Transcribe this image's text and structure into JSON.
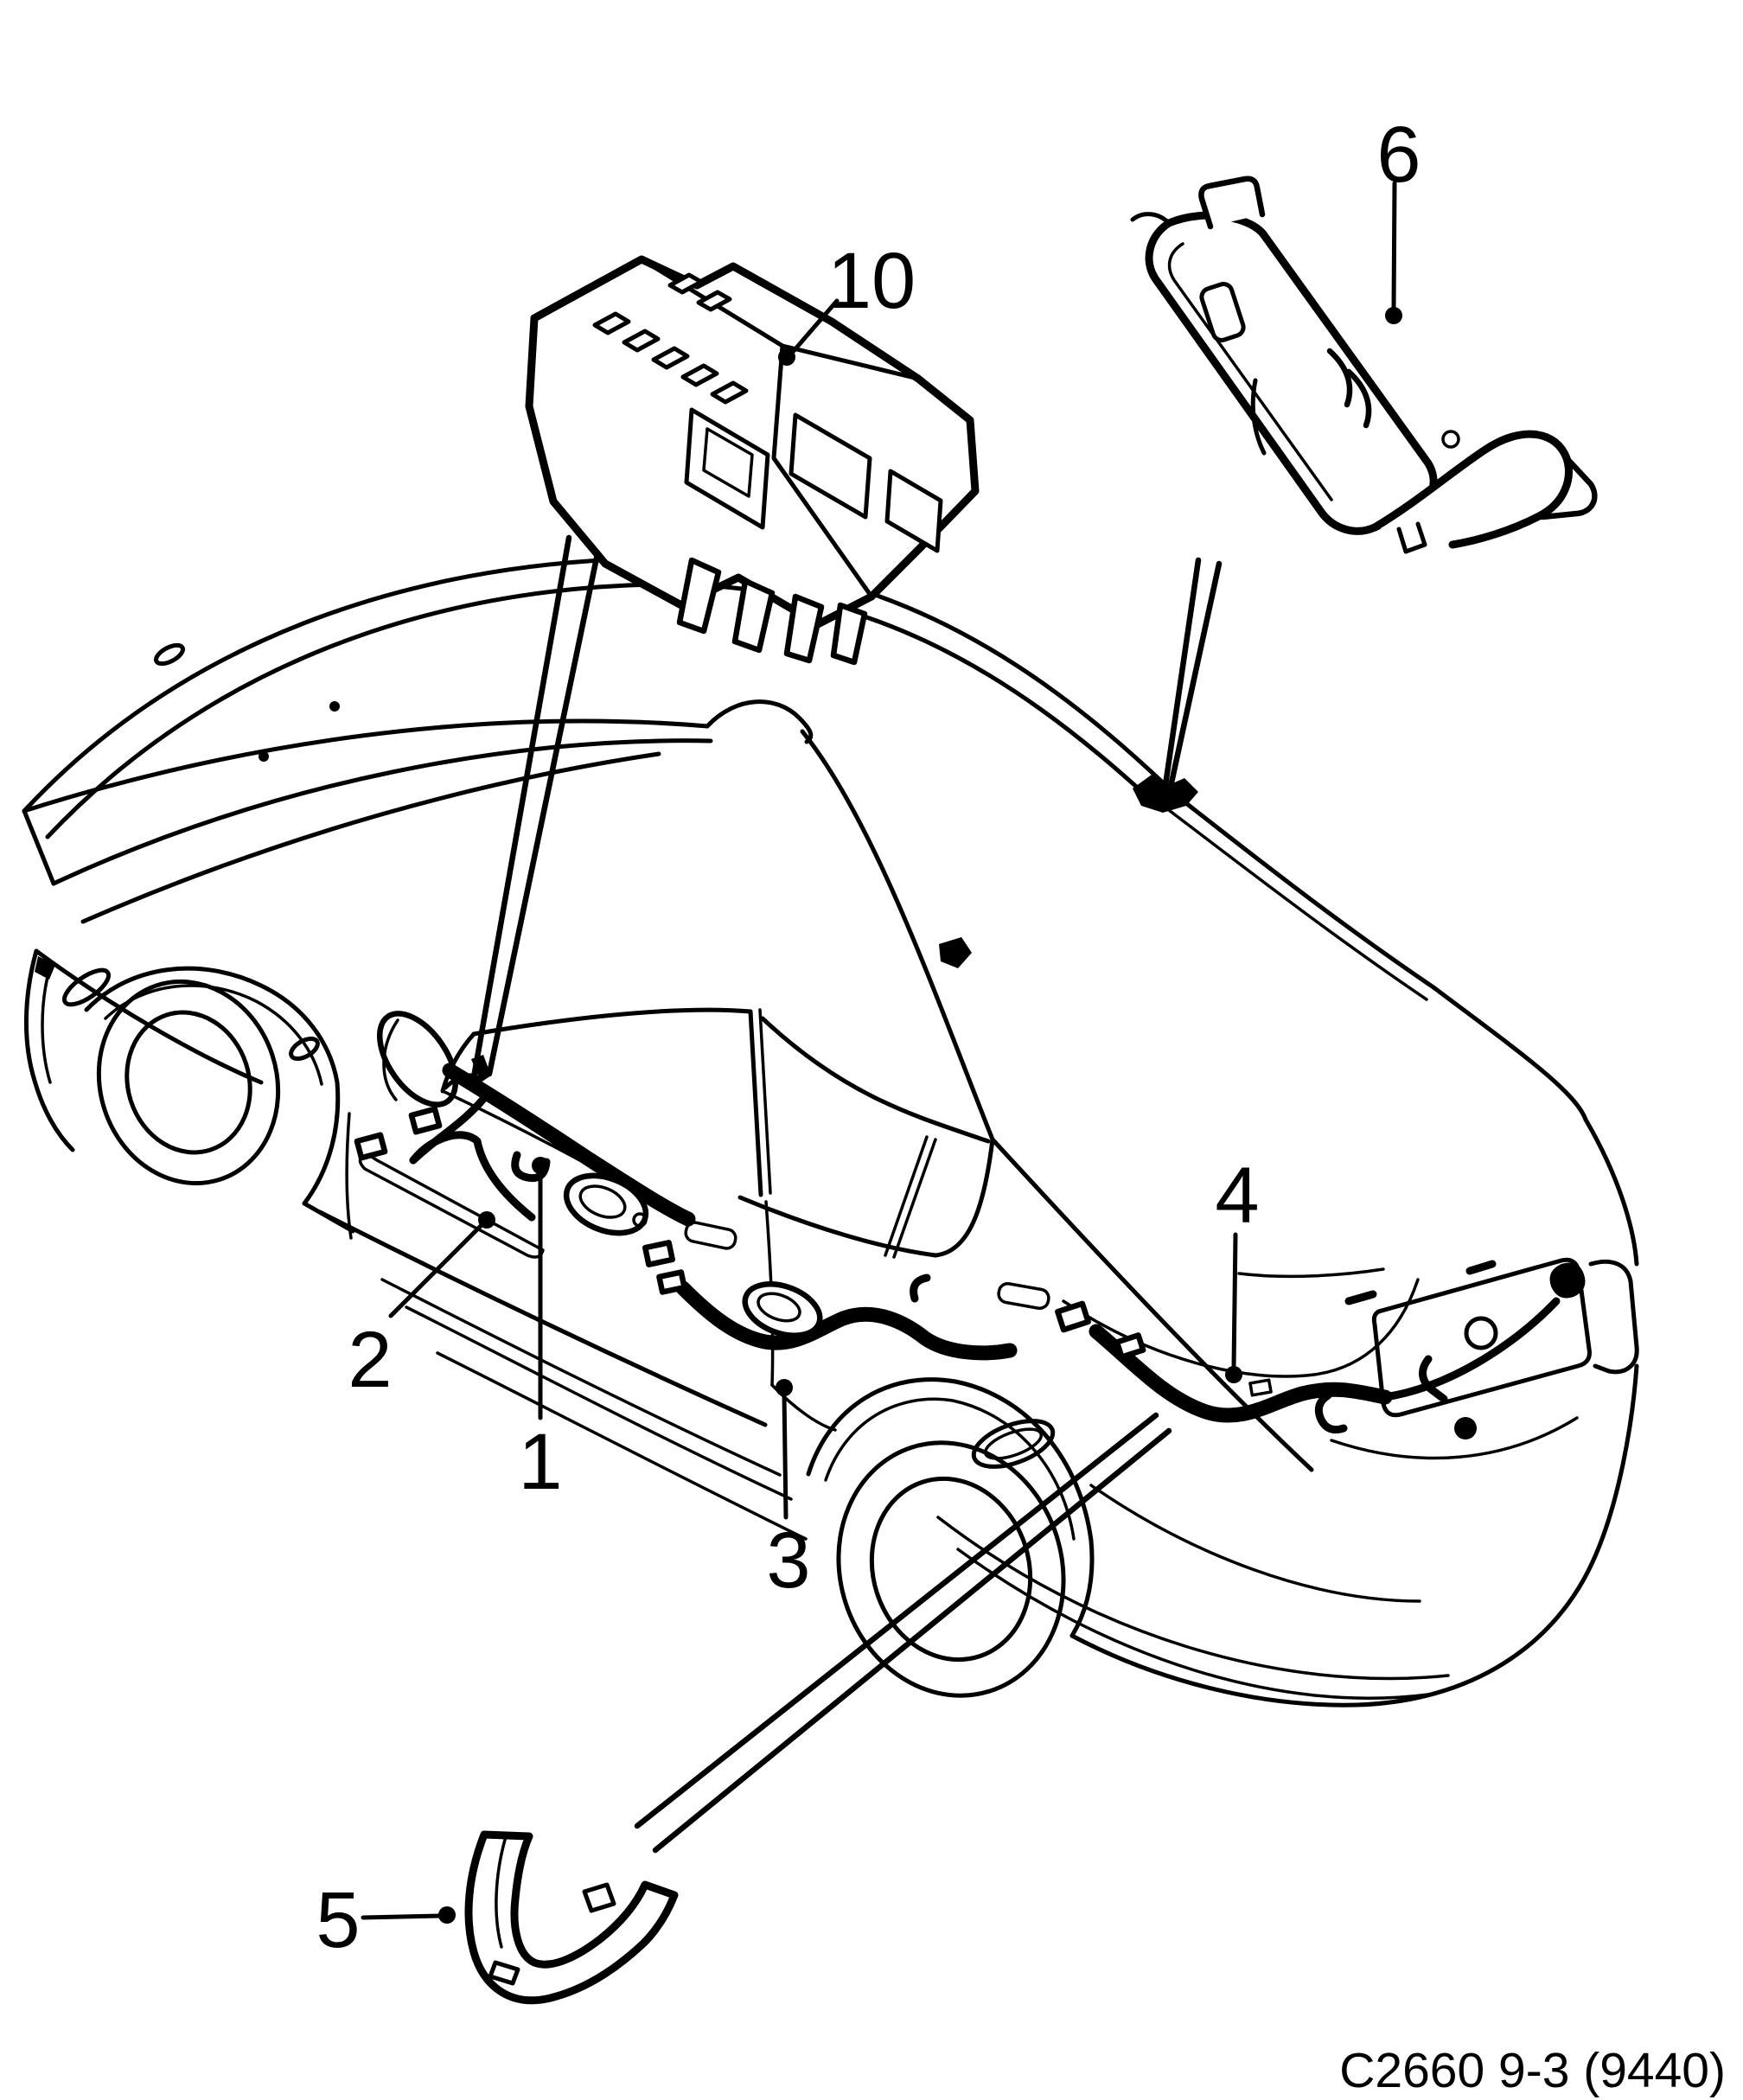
{
  "figure": {
    "caption": "C2660 9-3 (9440)",
    "callouts": {
      "c1": "1",
      "c2": "2",
      "c3": "3",
      "c4": "4",
      "c5": "5",
      "c6": "6",
      "c10": "10"
    },
    "colors": {
      "ink": "#000000",
      "paper": "#ffffff"
    }
  }
}
